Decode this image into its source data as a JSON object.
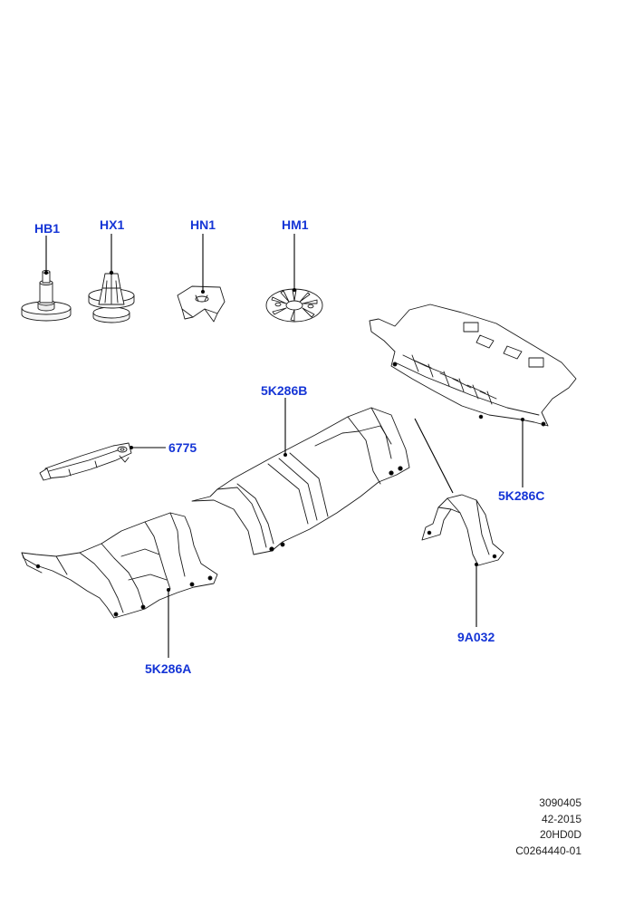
{
  "diagram": {
    "label_color": "#1535d6",
    "callouts": {
      "hb1": "HB1",
      "hx1": "HX1",
      "hn1": "HN1",
      "hm1": "HM1",
      "p6775": "6775",
      "p5k286b": "5K286B",
      "p5k286c": "5K286C",
      "p9a032": "9A032",
      "p5k286a": "5K286A"
    },
    "reference": {
      "line1": "3090405",
      "line2": "42-2015",
      "line3": "20HD0D",
      "line4": "C0264440-01"
    }
  }
}
